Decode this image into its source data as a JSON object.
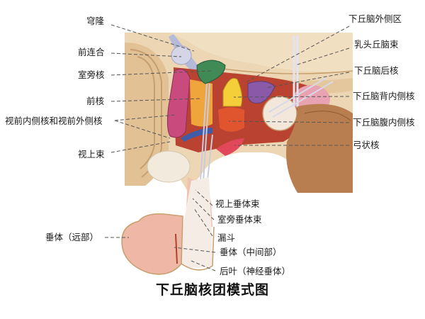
{
  "title": "下丘脑核团模式图",
  "colors": {
    "background": "#ffffff",
    "tissue_beige": "#e9d2ae",
    "tissue_dark": "#c79f6e",
    "pituitary_pink": "#efb8a6",
    "paraventricular_green": "#3f8a55",
    "anterior_orange": "#f0a43c",
    "preoptic_magenta": "#c94b7d",
    "dorsomedial_yellow": "#f4cf3a",
    "ventromedial_red": "#e0552e",
    "posterior_purple": "#8a5aa8",
    "arcuate_red": "#e2475a",
    "optic_blue": "#3e5ca8",
    "fornix_lavender": "#c9cbe0",
    "leader_line": "#555555"
  },
  "labels_left": [
    {
      "id": "fornix",
      "text": "穹隆"
    },
    {
      "id": "anterior-commissure",
      "text": "前连合"
    },
    {
      "id": "paraventricular-nucleus",
      "text": "室旁核"
    },
    {
      "id": "anterior-nucleus",
      "text": "前核"
    },
    {
      "id": "preoptic-nuclei",
      "text": "视前内侧核和视前外侧核"
    },
    {
      "id": "supraoptic-tract",
      "text": "视上束"
    }
  ],
  "labels_right": [
    {
      "id": "lateral-hypothalamic-area",
      "text": "下丘脑外侧区"
    },
    {
      "id": "mammillothalamic-tract",
      "text": "乳头丘脑束"
    },
    {
      "id": "posterior-nucleus",
      "text": "下丘脑后核"
    },
    {
      "id": "dorsomedial-nucleus",
      "text": "下丘脑背内侧核"
    },
    {
      "id": "ventromedial-nucleus",
      "text": "下丘脑腹内侧核"
    },
    {
      "id": "arcuate-nucleus",
      "text": "弓状核"
    }
  ],
  "labels_bottom": [
    {
      "id": "supraoptico-hypophyseal-tract",
      "text": "视上垂体束"
    },
    {
      "id": "paraventriculo-hypophyseal-tract",
      "text": "室旁垂体束"
    },
    {
      "id": "infundibulum",
      "text": "漏斗"
    },
    {
      "id": "pituitary-distal",
      "text": "垂体（远部）"
    },
    {
      "id": "pituitary-intermediate",
      "text": "垂体（中间部）"
    },
    {
      "id": "posterior-lobe",
      "text": "后叶（神经垂体）"
    }
  ]
}
